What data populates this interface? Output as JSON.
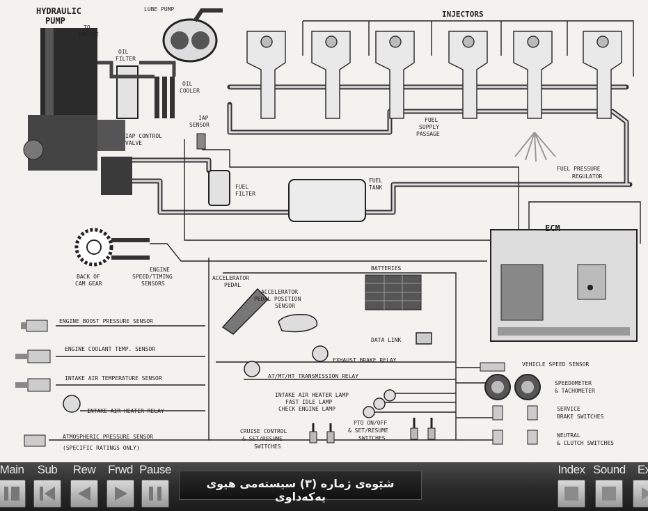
{
  "labels": {
    "hydraulic_pump": [
      "HYDRAULIC",
      "PUMP"
    ],
    "to_engine": [
      "TO",
      "ENGINE"
    ],
    "lube_pump": "LUBE PUMP",
    "oil_filter": [
      "OIL",
      "FILTER"
    ],
    "oil_cooler": [
      "OIL",
      "COOLER"
    ],
    "injectors": "INJECTORS",
    "iap_sensor": [
      "IAP",
      "SENSOR"
    ],
    "iap_control_valve": [
      "IAP CONTROL",
      "VALVE"
    ],
    "fuel_supply_passage": [
      "FUEL",
      "SUPPLY",
      "PASSAGE"
    ],
    "fuel_pressure_regulator": [
      "FUEL PRESSURE",
      "REGULATOR"
    ],
    "fuel_filter": [
      "FUEL",
      "FILTER"
    ],
    "fuel_tank": [
      "FUEL",
      "TANK"
    ],
    "ecm": "ECM",
    "back_of_cam_gear": [
      "BACK OF",
      "CAM GEAR"
    ],
    "engine_speed_timing_sensors": [
      "ENGINE",
      "SPEED/TIMING",
      "SENSORS"
    ],
    "accelerator_pedal": [
      "ACCELERATOR",
      "PEDAL"
    ],
    "accelerator_pedal_position_sensor": [
      "ACCELERATOR",
      "PEDAL POSITION",
      "SENSOR"
    ],
    "batteries": "BATTERIES",
    "data_link": "DATA LINK",
    "exhaust_brake_relay": "EXHAUST BRAKE RELAY",
    "automatic_transmission_relay": "AT/MT/HT TRANSMISSION RELAY",
    "engine_boost_pressure_sensor": "ENGINE BOOST PRESSURE SENSOR",
    "engine_coolant_temp_sensor": "ENGINE COOLANT TEMP. SENSOR",
    "intake_air_temperature_sensor": "INTAKE AIR TEMPERATURE SENSOR",
    "intake_air_heater_relay": "INTAKE AIR HEATER RELAY",
    "atmospheric_pressure_sensor": [
      "ATMOSPHERIC PRESSURE SENSOR",
      "(SPECIFIC RATINGS ONLY)"
    ],
    "lamps": [
      "INTAKE AIR HEATER LAMP",
      "FAST IDLE LAMP",
      "CHECK ENGINE LAMP"
    ],
    "cruise_control_switches": [
      "CRUISE CONTROL",
      "& SET/RESUME",
      "SWITCHES"
    ],
    "pto_switches": [
      "PTO ON/OFF",
      "& SET/RESUME",
      "SWITCHES"
    ],
    "vehicle_speed_sensor": "VEHICLE SPEED SENSOR",
    "speedometer_tachometer": [
      "SPEEDOMETER",
      "& TACHOMETER"
    ],
    "service_brake_switches": [
      "SERVICE",
      "BRAKE SWITCHES"
    ],
    "neutral_clutch_switches": [
      "NEUTRAL",
      "& CLUTCH SWITCHES"
    ]
  },
  "toolbar": {
    "buttons": {
      "main": "Main",
      "sub": "Sub",
      "rew": "Rew",
      "frwd": "Frwd",
      "pause": "Pause",
      "index": "Index",
      "sound": "Sound",
      "exit": "Exit"
    },
    "title": "شێوەی ژمارە (٣) سیستەمی هیوی یەکەداوی"
  },
  "colors": {
    "toolbar_bg": "#2b2b2b",
    "button_face": "#bdbdbd",
    "diagram_bg": "#f4f2ee",
    "line": "#222222"
  }
}
